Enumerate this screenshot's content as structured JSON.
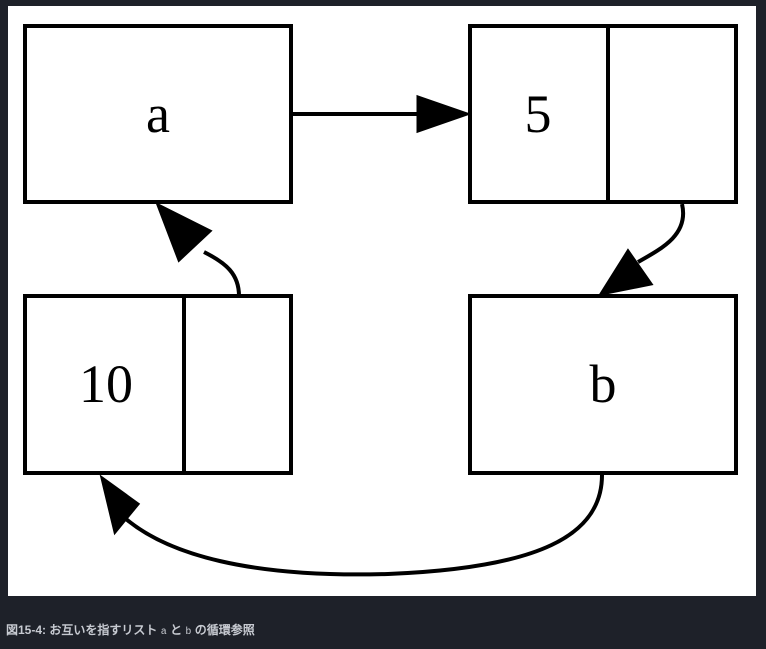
{
  "diagram": {
    "nodes": [
      {
        "id": "a",
        "label": "a",
        "type": "variable"
      },
      {
        "id": "cons5",
        "label": "5",
        "type": "cons-cell"
      },
      {
        "id": "b",
        "label": "b",
        "type": "variable"
      },
      {
        "id": "cons10",
        "label": "10",
        "type": "cons-cell"
      }
    ],
    "edges": [
      {
        "from": "a",
        "to": "cons5"
      },
      {
        "from": "cons5",
        "to": "b"
      },
      {
        "from": "b",
        "to": "cons10"
      },
      {
        "from": "cons10",
        "to": "a"
      }
    ]
  },
  "caption": {
    "prefix": "図15-4: お互いを指すリスト",
    "code_a": "a",
    "connector": "と",
    "code_b": "b",
    "suffix": "の循環参照"
  },
  "colors": {
    "page_background": "#1e2129",
    "panel_background": "#ffffff",
    "ink": "#000000",
    "caption_text": "#c7cad1"
  }
}
